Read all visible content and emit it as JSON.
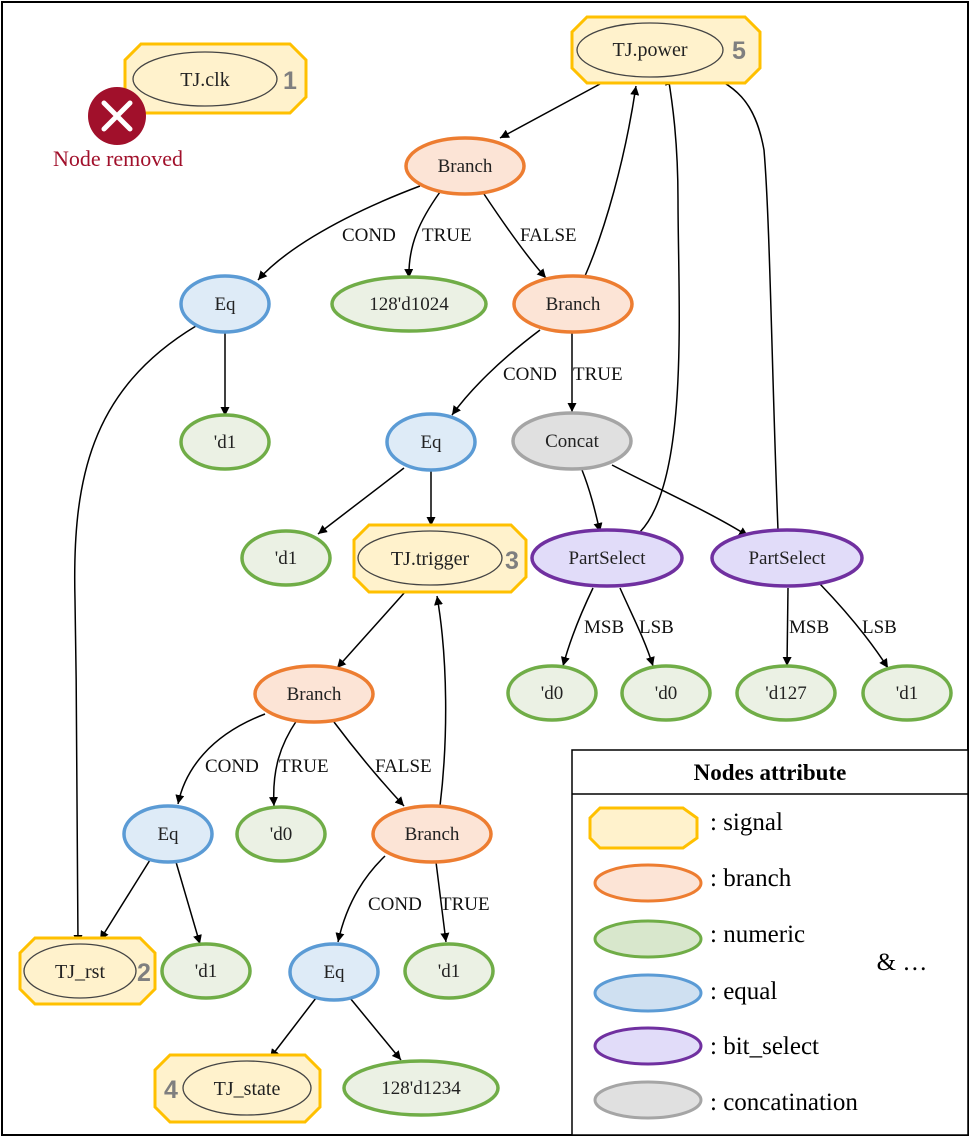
{
  "colors": {
    "signal": {
      "fill": "#fff2cc",
      "stroke": "#ffc000"
    },
    "branch": {
      "fill": "#fce4d6",
      "stroke": "#ed7d31"
    },
    "numeric": {
      "fill": "#ebf1e4",
      "stroke": "#70ad47"
    },
    "equal": {
      "fill": "#deebf7",
      "stroke": "#5b9bd5"
    },
    "bit_select": {
      "fill": "#e1dcf9",
      "stroke": "#7030a0"
    },
    "concatination": {
      "fill": "#e0e0e0",
      "stroke": "#a5a5a5"
    },
    "removed": "#a1102b"
  },
  "nodes": {
    "tj_clk": {
      "label": "TJ.clk",
      "badge": "1"
    },
    "tj_rst": {
      "label": "TJ_rst",
      "badge": "2"
    },
    "tj_trigger": {
      "label": "TJ.trigger",
      "badge": "3"
    },
    "tj_state": {
      "label": "TJ_state",
      "badge": "4"
    },
    "tj_power": {
      "label": "TJ.power",
      "badge": "5"
    },
    "branch_1": {
      "label": "Branch"
    },
    "branch_2": {
      "label": "Branch"
    },
    "branch_3": {
      "label": "Branch"
    },
    "branch_4": {
      "label": "Branch"
    },
    "eq_1": {
      "label": "Eq"
    },
    "eq_2": {
      "label": "Eq"
    },
    "eq_3": {
      "label": "Eq"
    },
    "eq_4": {
      "label": "Eq"
    },
    "concat_1": {
      "label": "Concat"
    },
    "partselect_1": {
      "label": "PartSelect"
    },
    "partselect_2": {
      "label": "PartSelect"
    },
    "num_1024": {
      "label": "128'd1024"
    },
    "num_d1_a": {
      "label": "'d1"
    },
    "num_d1_b": {
      "label": "'d1"
    },
    "num_d0_a": {
      "label": "'d0"
    },
    "num_d0_b": {
      "label": "'d0"
    },
    "num_d127": {
      "label": "'d127"
    },
    "num_d1_c": {
      "label": "'d1"
    },
    "num_d0_c": {
      "label": "'d0"
    },
    "num_d1_d": {
      "label": "'d1"
    },
    "num_d1_e": {
      "label": "'d1"
    },
    "num_1234": {
      "label": "128'd1234"
    }
  },
  "edge_labels": {
    "cond": "COND",
    "true": "TRUE",
    "false": "FALSE",
    "msb": "MSB",
    "lsb": "LSB"
  },
  "removed": {
    "text": "Node removed",
    "icon": "close-icon"
  },
  "legend": {
    "title": "Nodes attribute",
    "items": [
      {
        "label": ": signal",
        "kind": "signal"
      },
      {
        "label": ": branch",
        "kind": "branch"
      },
      {
        "label": ": numeric",
        "kind": "numeric"
      },
      {
        "label": ": equal",
        "kind": "equal"
      },
      {
        "label": ": bit_select",
        "kind": "bit_select"
      },
      {
        "label": ": concatination",
        "kind": "concatination"
      }
    ],
    "more": "& …"
  }
}
